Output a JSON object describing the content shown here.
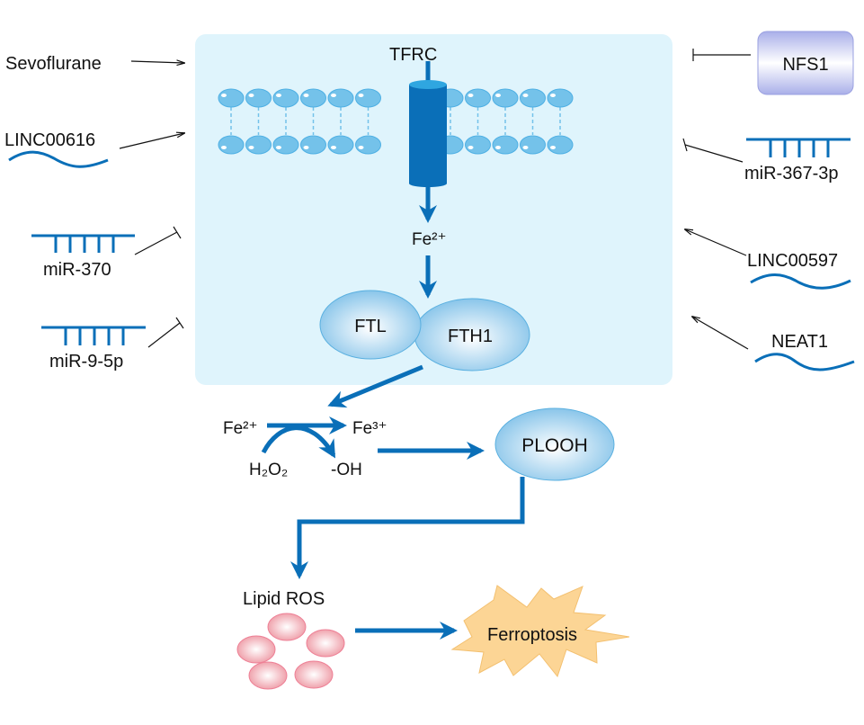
{
  "colors": {
    "cell_bg": "#dff4fc",
    "pathway_blue": "#0a6fb8",
    "lipid_head": "#74c2ea",
    "ros_pink": "#f2a3ad",
    "ferroptosis_fill": "#fcd595",
    "nfs1_fill": "#b9bdef"
  },
  "cell": {
    "receptor": "TFRC",
    "iron_in": "Fe²⁺",
    "ferritin": [
      "FTL",
      "FTH1"
    ]
  },
  "left_regulators": {
    "sevoflurane": "Sevoflurane",
    "linc00616": "LINC00616",
    "mir370": "miR-370",
    "mir95p": "miR-9-5p"
  },
  "right_regulators": {
    "nfs1": "NFS1",
    "mir3673p": "miR-367-3p",
    "linc00597": "LINC00597",
    "neat1": "NEAT1"
  },
  "fenton": {
    "fe2": "Fe²⁺",
    "fe3": "Fe³⁺",
    "h2o2": "H₂O₂",
    "oh": "-OH"
  },
  "downstream": {
    "plooh": "PLOOH",
    "lipid_ros": "Lipid ROS",
    "ferroptosis": "Ferroptosis"
  }
}
